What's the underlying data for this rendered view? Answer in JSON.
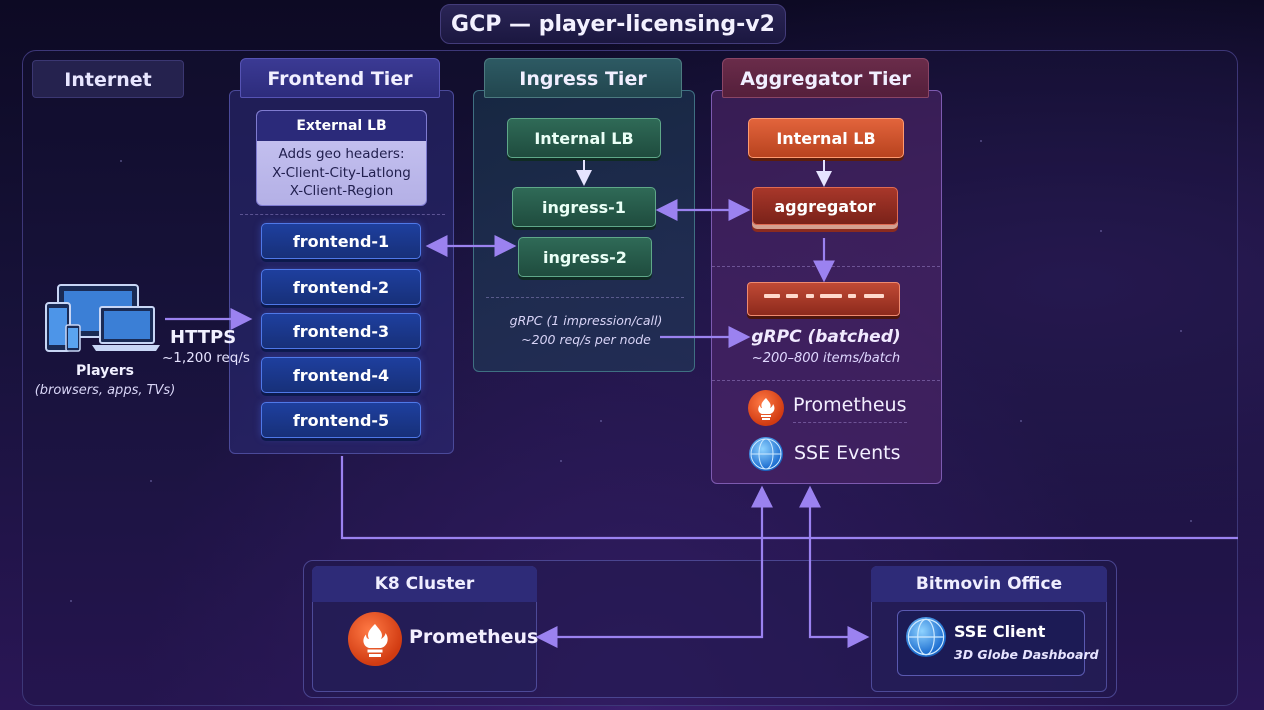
{
  "title": "GCP — player-licensing-v2",
  "internet": {
    "label": "Internet",
    "https_label": "HTTPS",
    "rate": "~1,200 req/s",
    "players_label": "Players",
    "players_sub": "(browsers, apps, TVs)"
  },
  "frontend_tier": {
    "title": "Frontend Tier",
    "external_lb": {
      "title": "External LB",
      "lines": [
        "Adds geo headers:",
        "X-Client-City-Latlong",
        "X-Client-Region"
      ]
    },
    "nodes": [
      "frontend-1",
      "frontend-2",
      "frontend-3",
      "frontend-4",
      "frontend-5"
    ]
  },
  "ingress_tier": {
    "title": "Ingress Tier",
    "internal_lb": "Internal LB",
    "nodes": [
      "ingress-1",
      "ingress-2"
    ],
    "grpc_line1": "gRPC (1 impression/call)",
    "grpc_line2": "~200 req/s per node"
  },
  "aggregator_tier": {
    "title": "Aggregator Tier",
    "internal_lb": "Internal LB",
    "aggregator": "aggregator",
    "grpc_batched": "gRPC (batched)",
    "batch_size": "~200–800 items/batch",
    "prometheus": "Prometheus",
    "sse_events": "SSE Events"
  },
  "k8_cluster": {
    "title": "K8 Cluster",
    "prometheus": "Prometheus"
  },
  "bitmovin_office": {
    "title": "Bitmovin Office",
    "sse_client": "SSE Client",
    "dashboard": "3D Globe Dashboard"
  },
  "colors": {
    "arrow": "#9b82f0",
    "frontend": "#1e3f9e",
    "ingress": "#2f6a57",
    "aggregator": "#a8372a"
  },
  "icons": [
    "devices-icon",
    "prometheus-icon",
    "globe-icon"
  ]
}
